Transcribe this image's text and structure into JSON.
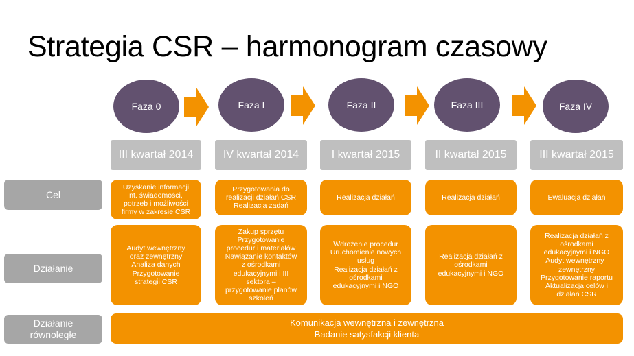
{
  "title": "Strategia CSR – harmonogram czasowy",
  "phases": [
    "Faza 0",
    "Faza I",
    "Faza II",
    "Faza III",
    "Faza IV"
  ],
  "periods": [
    "III kwartał 2014",
    "IV kwartał 2014",
    "I kwartał 2015",
    "II kwartał 2015",
    "III kwartał 2015"
  ],
  "row_labels": {
    "cel": "Cel",
    "dzialanie": "Działanie",
    "rownolegle": "Działanie\nrównoległe"
  },
  "cel": [
    "Uzyskanie informacji\nnt. świadomości,\npotrzeb i możliwości\nfirmy w zakresie CSR",
    "Przygotowania do\nrealizacji działań CSR\nRealizacja zadań",
    "Realizacja działań",
    "Realizacja działań",
    "Ewaluacja działań"
  ],
  "dzialanie": [
    "Audyt wewnętrzny\noraz zewnętrzny\nAnaliza danych\nPrzygotowanie\nstrategii CSR",
    "Zakup sprzętu\nPrzygotowanie\nprocedur i materiałów\nNawiązanie kontaktów\nz ośrodkami\nedukacyjnymi i III\nsektora –\nprzygotowanie planów\nszkoleń",
    "Wdrożenie procedur\nUruchomienie nowych\nusług\nRealizacja działań z\nośrodkami\nedukacyjnymi i NGO",
    "Realizacja działań z\nośrodkami\nedukacyjnymi i NGO",
    "Realizacja działań z\nośrodkami\nedukacyjnymi i NGO\nAudyt wewnętrzny i\nzewnętrzny\nPrzygotowanie raportu\nAktualizacja celów i\ndziałań CSR"
  ],
  "rownolegle": "Komunikacja wewnętrzna i zewnętrzna\nBadanie satysfakcji klienta",
  "colors": {
    "phase": "#62516f",
    "orange": "#f39200",
    "period": "#bfbfbf",
    "label": "#a6a6a6"
  }
}
